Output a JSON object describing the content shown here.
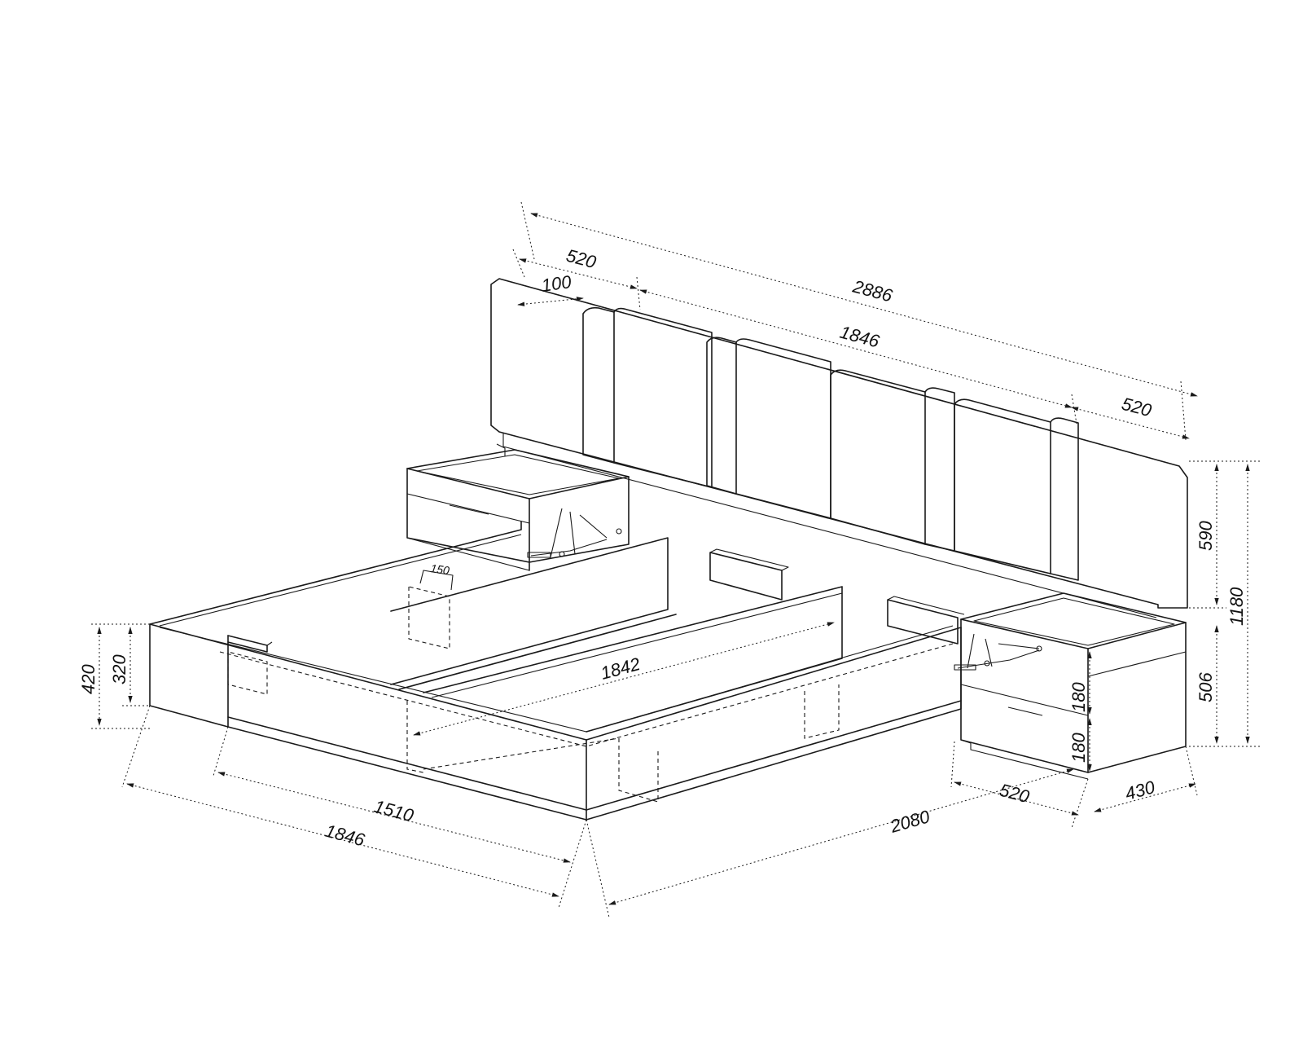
{
  "dimensions": {
    "headboard_total_width": "2886",
    "headboard_center_width": "1846",
    "headboard_left_panel": "520",
    "headboard_right_panel": "520",
    "headboard_offset": "100",
    "headboard_panel_height": "590",
    "total_height": "1180",
    "nightstand_height": "506",
    "drawer_height_top": "180",
    "drawer_height_bottom": "180",
    "nightstand_width": "520",
    "nightstand_depth": "430",
    "frame_height_total": "420",
    "frame_height_side": "320",
    "support_width": "150",
    "inner_length": "1842",
    "inner_width": "1510",
    "outer_width": "1846",
    "outer_length": "2080"
  }
}
